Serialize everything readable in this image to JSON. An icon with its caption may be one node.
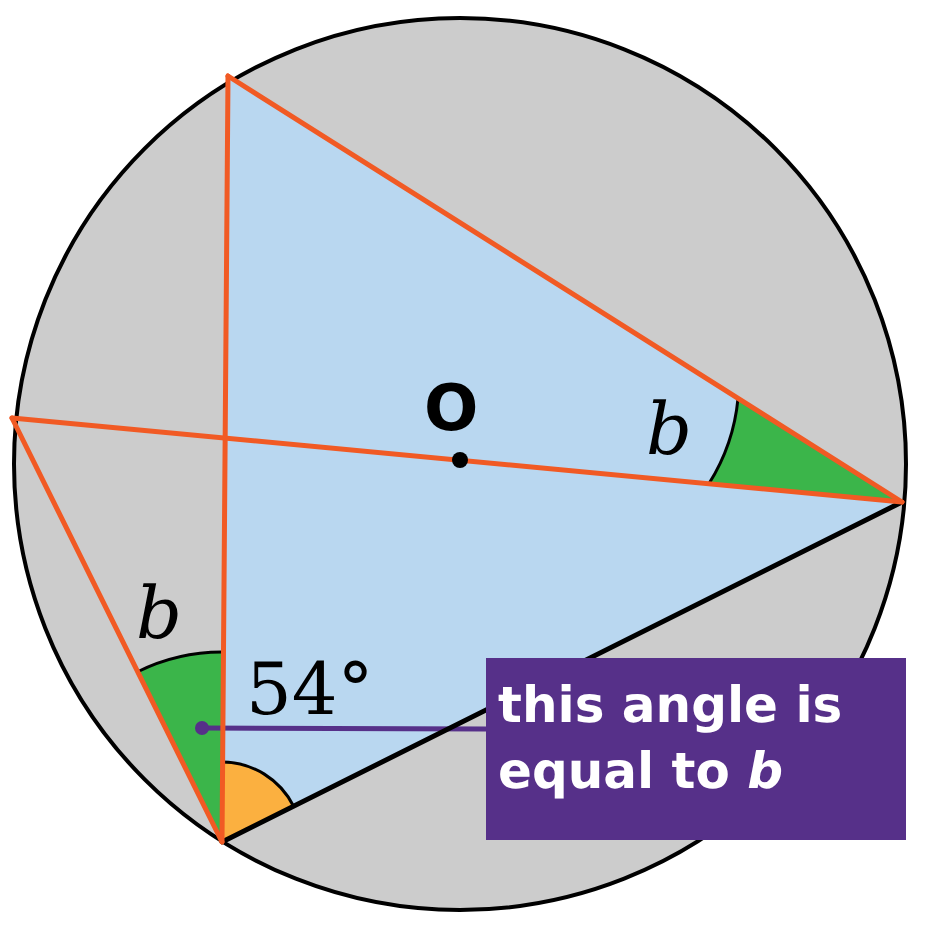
{
  "diagram": {
    "nodes": [
      {
        "text": [
          "this angle is equal to *b*"
        ]
      },
      {
        "text": [],
        "shape": "sector",
        "beside": [
          "b"
        ]
      }
    ],
    "edges": [
      {
        "from": 0,
        "to": 1,
        "arrow": "other",
        "color": "#563089"
      }
    ],
    "labels": [
      "O",
      "b",
      "54°"
    ]
  }
}
